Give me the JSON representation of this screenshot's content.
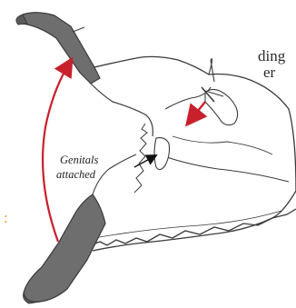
{
  "text": {
    "top_fragment_1": "ding",
    "top_fragment_2": "er",
    "label_line_1": "Genitals",
    "label_line_2": "attached",
    "bottom_fragment": ":"
  },
  "colors": {
    "outline": "#3a3a3a",
    "leg_fill": "#6e6e6e",
    "arrow_red": "#c8202c",
    "accent_orange": "#e3a02a",
    "label_arrow": "#111111"
  },
  "icons": {
    "knife": "knife-in-hand-icon"
  }
}
